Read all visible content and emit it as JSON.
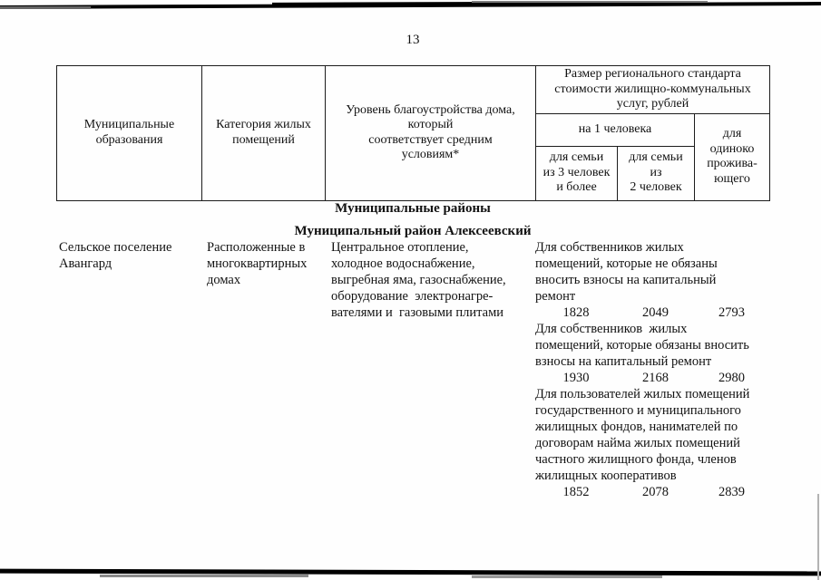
{
  "page_number": "13",
  "table_header": {
    "municipalities": "Муниципальные\nобразования",
    "category": "Категория жилых\nпомещений",
    "improvement_level": "Уровень благоустройства дома,\nкоторый\nсоответствует средним\nусловиям*",
    "standard_size": "Размер регионального стандарта\nстоимости жилищно-коммунальных\nуслуг, рублей",
    "per_person": "на 1 человека",
    "family_3": "для семьи\nиз 3 человек\nи более",
    "family_2": "для семьи\nиз\n2 человек",
    "single": "для\nодиноко\nпрожива-\nющего"
  },
  "sections": {
    "districts_title": "Муниципальные районы",
    "district_title": "Муниципальный район Алексеевский"
  },
  "row": {
    "municipality": "Сельское поселение\nАвангард",
    "category": "Расположенные в\nмногоквартирных\nдомах",
    "improvement": "Центральное отопление,\nхолодное водоснабжение,\nвыгребная яма, газоснабжение,\nоборудование  электронагре-\nвателями и  газовыми плитами",
    "standards": [
      {
        "label": "Для собственников жилых\nпомещений, которые не обязаны\nвносить взносы на капитальный\nремонт",
        "values": [
          "1828",
          "2049",
          "2793"
        ]
      },
      {
        "label": "Для собственников  жилых\nпомещений, которые обязаны вносить\nвзносы на капитальный ремонт",
        "values": [
          "1930",
          "2168",
          "2980"
        ]
      },
      {
        "label": "Для пользователей жилых помещений\nгосударственного и муниципального\nжилищных фондов, нанимателей по\nдоговорам найма жилых помещений\nчастного жилищного фонда, членов\nжилищных кооперативов",
        "values": [
          "1852",
          "2078",
          "2839"
        ]
      }
    ]
  }
}
